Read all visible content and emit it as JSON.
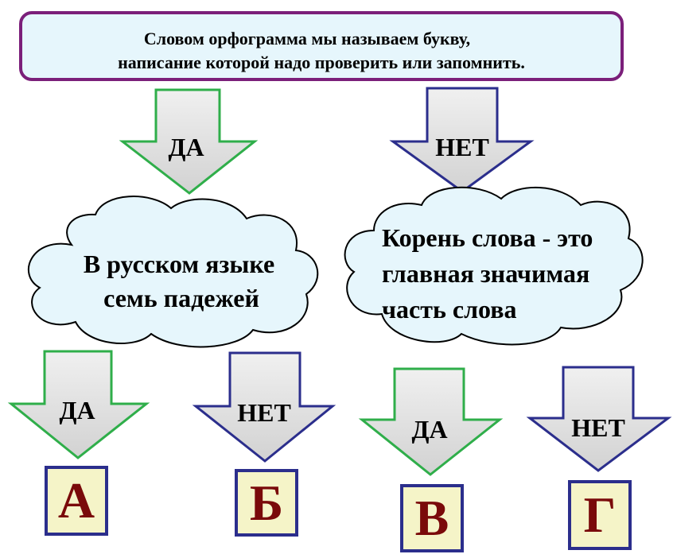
{
  "definition": {
    "line1": "Словом орфограмма мы называем букву,",
    "line2": "написание которой надо проверить или запомнить."
  },
  "arrows": {
    "top_yes": "ДА",
    "top_no": "НЕТ",
    "left_yes": "ДА",
    "left_no": "НЕТ",
    "right_yes": "ДА",
    "right_no": "НЕТ"
  },
  "clouds": {
    "left": {
      "line1": "В русском языке",
      "line2": "семь падежей"
    },
    "right": {
      "line1": "Корень слова - это",
      "line2": "главная значимая",
      "line3": "часть слова"
    }
  },
  "answers": {
    "a": "А",
    "b": "Б",
    "v": "В",
    "g": "Г"
  },
  "colors": {
    "yes_arrow": "#2fae4a",
    "no_arrow": "#2b2e8c",
    "frame": "#7b1f7a",
    "letter": "#7a0a0a"
  }
}
